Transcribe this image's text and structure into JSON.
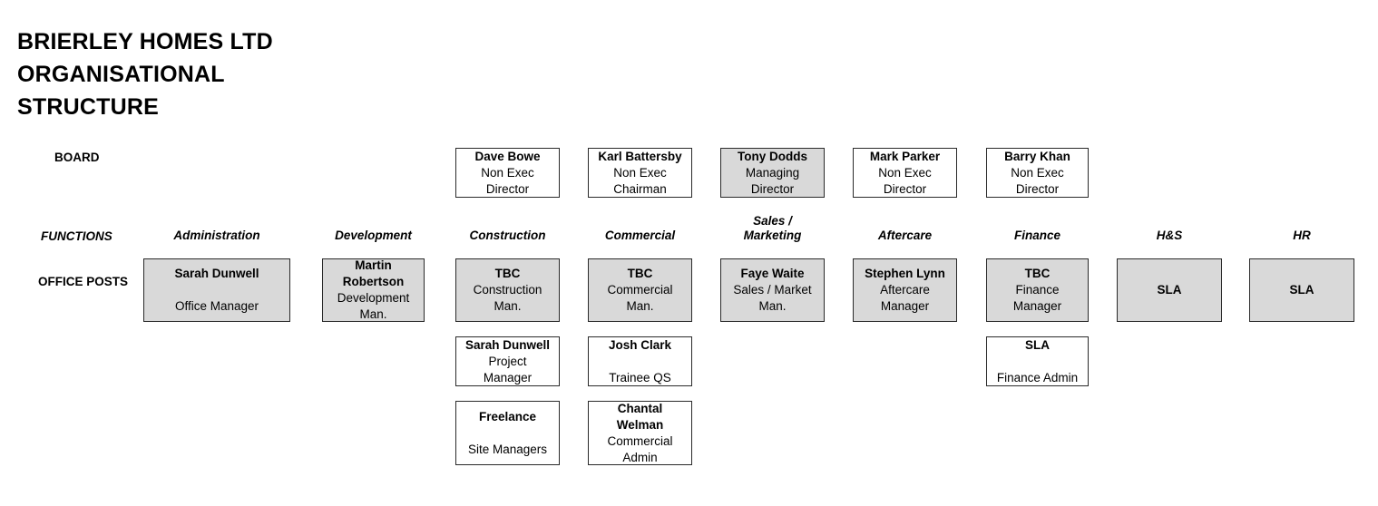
{
  "title": "BRIERLEY HOMES LTD\nORGANISATIONAL\nSTRUCTURE",
  "row_labels": {
    "board": "BOARD",
    "functions": "FUNCTIONS",
    "office_posts": "OFFICE POSTS"
  },
  "colors": {
    "shaded_fill": "#D9D9D9",
    "plain_fill": "#FFFFFF",
    "border": "#2A2A2A",
    "text": "#000000"
  },
  "functions": [
    {
      "key": "administration",
      "label": "Administration"
    },
    {
      "key": "development",
      "label": "Development"
    },
    {
      "key": "construction",
      "label": "Construction"
    },
    {
      "key": "commercial",
      "label": "Commercial"
    },
    {
      "key": "sales_marketing",
      "label": "Sales /\nMarketing"
    },
    {
      "key": "aftercare",
      "label": "Aftercare"
    },
    {
      "key": "finance",
      "label": "Finance"
    },
    {
      "key": "hs",
      "label": "H&S"
    },
    {
      "key": "hr",
      "label": "HR"
    }
  ],
  "board": [
    {
      "name": "Dave Bowe",
      "role": "Non Exec\nDirector",
      "shaded": false
    },
    {
      "name": "Karl Battersby",
      "role": "Non Exec\nChairman",
      "shaded": false
    },
    {
      "name": "Tony Dodds",
      "role": "Managing\nDirector",
      "shaded": true
    },
    {
      "name": "Mark Parker",
      "role": "Non Exec\nDirector",
      "shaded": false
    },
    {
      "name": "Barry Khan",
      "role": "Non Exec\nDirector",
      "shaded": false
    }
  ],
  "office_posts": [
    {
      "name": "Sarah Dunwell",
      "role": "Office Manager",
      "shaded": true,
      "gap": true
    },
    {
      "name": "Martin\nRobertson",
      "role": "Development\nMan.",
      "shaded": true,
      "gap": false
    },
    {
      "name": "TBC",
      "role": "Construction\nMan.",
      "shaded": true,
      "gap": false
    },
    {
      "name": "TBC",
      "role": "Commercial\nMan.",
      "shaded": true,
      "gap": false
    },
    {
      "name": "Faye Waite",
      "role": "Sales / Market\nMan.",
      "shaded": true,
      "gap": false
    },
    {
      "name": "Stephen Lynn",
      "role": "Aftercare\nManager",
      "shaded": true,
      "gap": false
    },
    {
      "name": "TBC",
      "role": "Finance\nManager",
      "shaded": true,
      "gap": false
    },
    {
      "name": "SLA",
      "role": "",
      "shaded": true,
      "gap": false
    },
    {
      "name": "SLA",
      "role": "",
      "shaded": true,
      "gap": false
    }
  ],
  "sub_posts_row_one": [
    {
      "name": "Sarah Dunwell",
      "role": "Project\nManager",
      "shaded": false,
      "gap": false
    },
    {
      "name": "Josh Clark",
      "role": "Trainee QS",
      "shaded": false,
      "gap": true
    },
    {
      "name": "SLA",
      "role": "Finance Admin",
      "shaded": false,
      "gap": true
    }
  ],
  "sub_posts_row_two": [
    {
      "name": "Freelance",
      "role": "Site Managers",
      "shaded": false,
      "gap": true
    },
    {
      "name": "Chantal\nWelman",
      "role": "Commercial\nAdmin",
      "shaded": false,
      "gap": false
    }
  ]
}
